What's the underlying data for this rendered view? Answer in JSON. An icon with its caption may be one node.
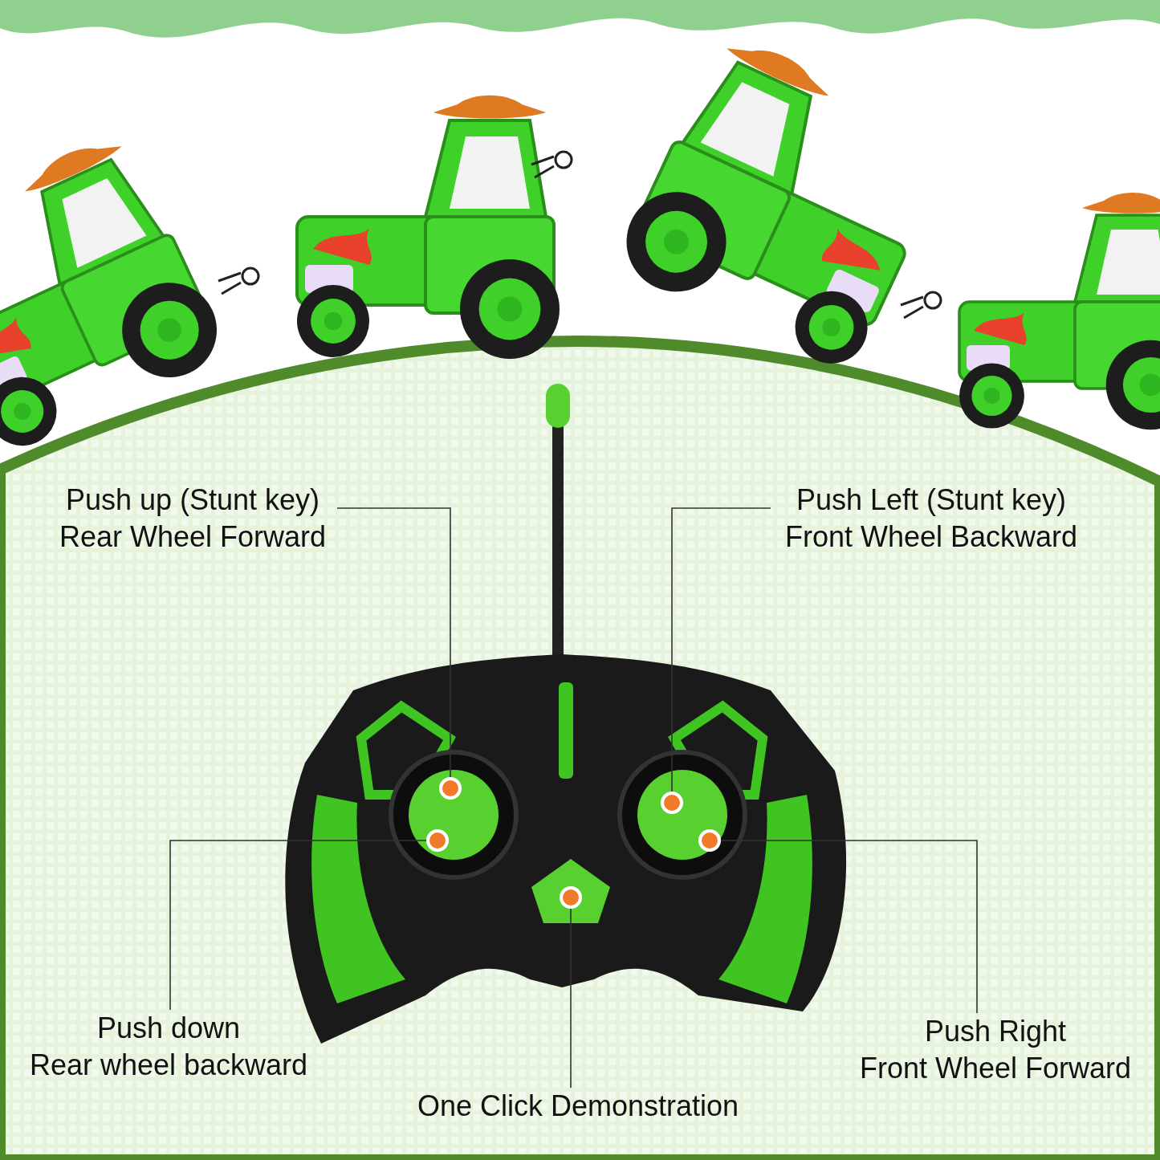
{
  "diagram": {
    "nodes": [
      {
        "text": [
          "Push up (Stunt key)",
          "Rear Wheel Forward"
        ]
      },
      {
        "text": [
          "Push Left (Stunt key)",
          "Front Wheel Backward"
        ]
      },
      {
        "text": [
          "Push down",
          "Rear wheel backward"
        ]
      },
      {
        "text": [
          "Push Right",
          "Front Wheel Forward"
        ]
      },
      {
        "text": [
          "One Click Demonstration"
        ]
      },
      {
        "text": [],
        "shape": "circle"
      },
      {
        "text": [],
        "shape": "circle"
      },
      {
        "text": [],
        "shape": "circle"
      },
      {
        "text": [],
        "shape": "circle"
      },
      {
        "text": [],
        "shape": "circle"
      }
    ],
    "edges": [
      {
        "from": 0,
        "to": 6,
        "arrow": "none"
      },
      {
        "from": 1,
        "to": 8,
        "arrow": "none"
      },
      {
        "from": 2,
        "to": 5,
        "arrow": "none"
      },
      {
        "from": 3,
        "to": 9,
        "arrow": "none"
      },
      {
        "from": 4,
        "to": 7,
        "arrow": "none"
      }
    ]
  }
}
